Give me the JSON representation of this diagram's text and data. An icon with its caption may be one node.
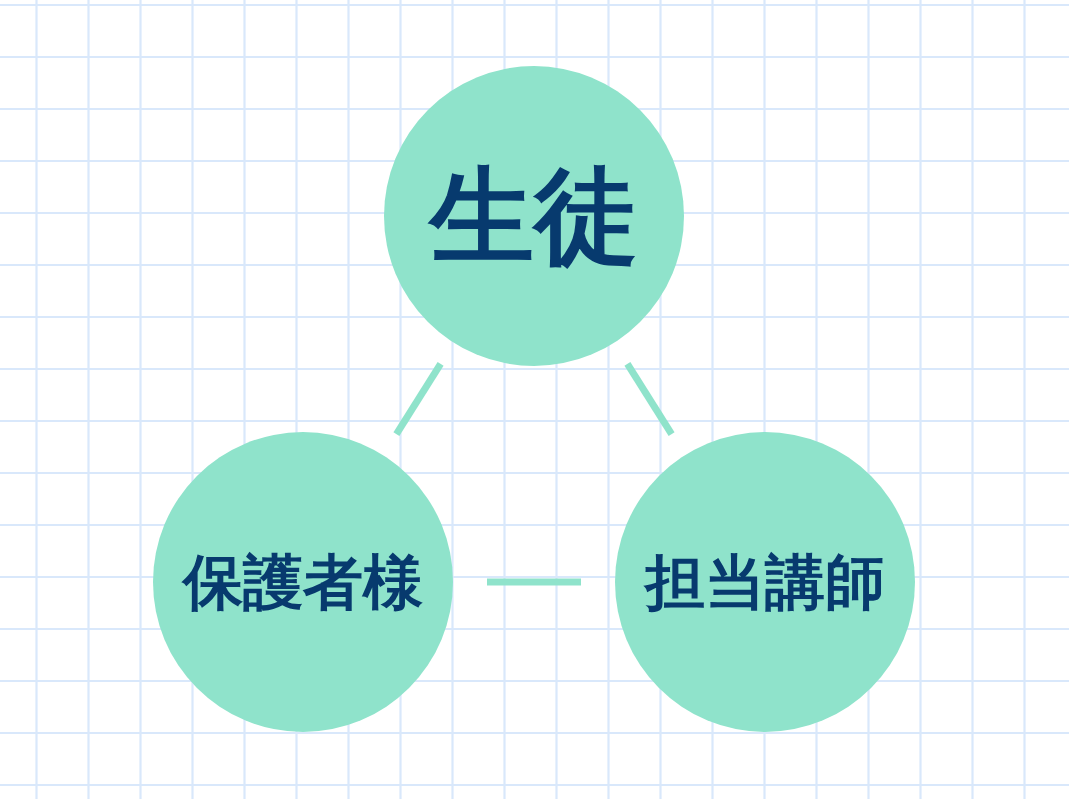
{
  "diagram": {
    "nodes": [
      {
        "text": [
          "生徒"
        ]
      },
      {
        "text": [
          "保護者様"
        ]
      },
      {
        "text": [
          "担当講師"
        ]
      }
    ],
    "edges": [
      {
        "from": 0,
        "to": 1,
        "arrow": "none"
      },
      {
        "from": 0,
        "to": 2,
        "arrow": "none"
      },
      {
        "from": 1,
        "to": 2,
        "arrow": "none"
      }
    ]
  }
}
